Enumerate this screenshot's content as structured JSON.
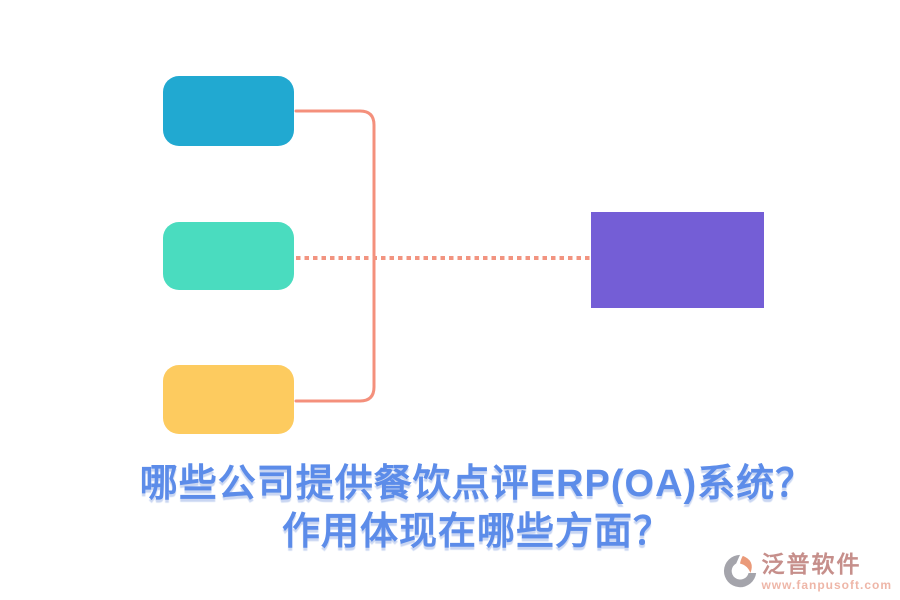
{
  "canvas": {
    "background": "#FFFFFF"
  },
  "diagram": {
    "nodes": [
      {
        "name": "top",
        "color": "#21A9D1"
      },
      {
        "name": "middle",
        "color": "#4ADCBF"
      },
      {
        "name": "bottom",
        "color": "#FDCB5F"
      },
      {
        "name": "result",
        "color": "#745ED6"
      }
    ],
    "bracket_color": "#F4907C",
    "dotted_color": "#F29480"
  },
  "title": {
    "line1": "哪些公司提供餐饮点评ERP(OA)系统？",
    "line2": "作用体现在哪些方面？",
    "color": "#5C8CE9"
  },
  "watermark": {
    "brand": "泛普软件",
    "url": "www.fanpusoft.com",
    "brand_color": "#C0837F",
    "url_color": "#EDAF9F",
    "icon": "fanpu-logo-icon",
    "icon_gray": "#9B9BA3",
    "icon_orange": "#E8906B"
  }
}
